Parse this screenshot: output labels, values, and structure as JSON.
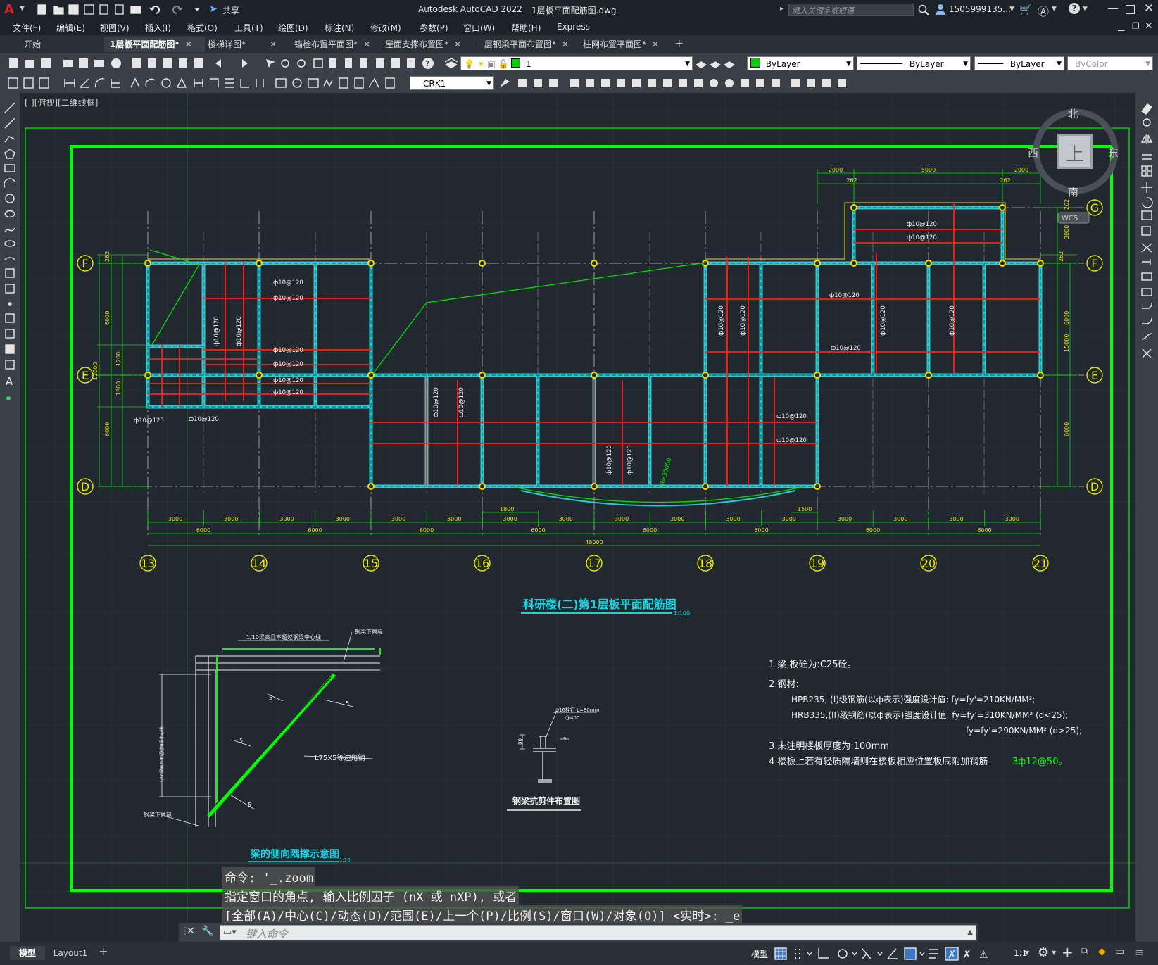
{
  "titlebar": {
    "app_title": "Autodesk AutoCAD 2022",
    "file_name": "1层板平面配筋图.dwg",
    "share_label": "共享",
    "search_placeholder": "键入关键字或短语",
    "user_name": "1505999135...",
    "colors": {
      "bg": "#1d2129",
      "logo": "#d7232f"
    }
  },
  "menubar": {
    "items": [
      "文件(F)",
      "编辑(E)",
      "视图(V)",
      "插入(I)",
      "格式(O)",
      "工具(T)",
      "绘图(D)",
      "标注(N)",
      "修改(M)",
      "参数(P)",
      "窗口(W)",
      "帮助(H)",
      "Express"
    ]
  },
  "tabs": [
    {
      "label": "开始",
      "active": false,
      "closable": false
    },
    {
      "label": "1层板平面配筋图*",
      "active": true,
      "closable": true
    },
    {
      "label": "楼梯详图*",
      "active": false,
      "closable": true
    },
    {
      "label": "锚栓布置平面图*",
      "active": false,
      "closable": true
    },
    {
      "label": "屋面支撑布置图*",
      "active": false,
      "closable": true
    },
    {
      "label": "一层钢梁平面布置图*",
      "active": false,
      "closable": true
    },
    {
      "label": "柱网布置平面图*",
      "active": false,
      "closable": true
    }
  ],
  "toolbar": {
    "layer_value": "1",
    "color_value": "ByLayer",
    "linetype_value": "ByLayer",
    "lineweight_value": "ByLayer",
    "plotstyle_value": "ByColor",
    "textstyle_value": "CRK1"
  },
  "viewport": {
    "label": "[-][俯视][二维线框]",
    "viewcube": {
      "north": "北",
      "south": "南",
      "east": "东",
      "west": "西",
      "face": "上",
      "wcs": "WCS"
    }
  },
  "drawing": {
    "main_title": "科研楼(二)第1层板平面配筋图",
    "main_scale": "1:100",
    "grid_axes_x": [
      "13",
      "14",
      "15",
      "16",
      "17",
      "18",
      "19",
      "20",
      "21"
    ],
    "grid_axes_y": [
      "F",
      "E",
      "D",
      "G"
    ],
    "dims_row1": [
      "3000",
      "3000",
      "3000",
      "3000",
      "3000",
      "3000",
      "3000",
      "3000",
      "3000",
      "3000",
      "3000",
      "3000",
      "3000",
      "3000",
      "3000",
      "3000"
    ],
    "dims_row2": [
      "6000",
      "6000",
      "6000",
      "6000",
      "6000",
      "6000",
      "6000",
      "6000"
    ],
    "dims_total": "48000",
    "dim_1800": "1800",
    "dim_1500": "1500",
    "dims_top": [
      "2000",
      "5000",
      "2000"
    ],
    "dims_top_small": [
      "262",
      "262"
    ],
    "dims_left": [
      "262",
      "6000",
      "1200",
      "12000",
      "1800",
      "6000"
    ],
    "dims_right": [
      "262",
      "6000",
      "15000",
      "6000",
      "3000",
      "262"
    ],
    "rebar_label": "ф10@120",
    "arc_label": "R=30000",
    "bracing_title": "梁的侧向隅撑示意图",
    "bracing_scale": "1:20",
    "bracing_labels": {
      "top": "1/10梁高且不超过钢梁中心线",
      "beam_flange_top": "钢梁下翼缘",
      "beam_flange_bottom": "钢梁下翼缘",
      "angle": "L75X5等边角钢",
      "side": "1/10梁高且不超过钢梁中心线",
      "weld": "5"
    },
    "shear_title": "钢梁抗剪件布置图",
    "shear_labels": {
      "stud": "ф16栓钉 L=80mm",
      "spacing": "@400",
      "h": "80",
      "weld": "5"
    },
    "notes": [
      "1.梁,板砼为:C25砼。",
      "2.钢材:",
      "HPB235, (I)级钢筋(以ф表示)强度设计值:  fy=fy'=210KN/MM²;",
      "HRB335,(II)级钢筋(以ф表示)强度设计值:  fy=fy'=310KN/MM² (d<25);",
      "fy=fy'=290KN/MM² (d>25);",
      "3.未注明楼板厚度为:100mm",
      "4.楼板上若有轻质隔墙则在楼板相应位置板底附加钢筋"
    ],
    "note4_extra": "3ф12@50。",
    "colors": {
      "frame": "#00ff00",
      "beam": "#2fc7d1",
      "rebar": "#ff1e1e",
      "grid": "#6a6f78",
      "axis_circle": "#e8e800",
      "text": "#e6e6e6",
      "cyan_title": "#17d4e0"
    }
  },
  "command": {
    "history": [
      "命令: '_.zoom",
      "指定窗口的角点, 输入比例因子 (nX 或 nXP), 或者",
      "[全部(A)/中心(C)/动态(D)/范围(E)/上一个(P)/比例(S)/窗口(W)/对象(O)] <实时>: _e"
    ],
    "placeholder": "键入命令"
  },
  "statusbar": {
    "layout_tabs": [
      "模型",
      "Layout1"
    ],
    "model_label": "模型",
    "scale_label": "1:1"
  }
}
